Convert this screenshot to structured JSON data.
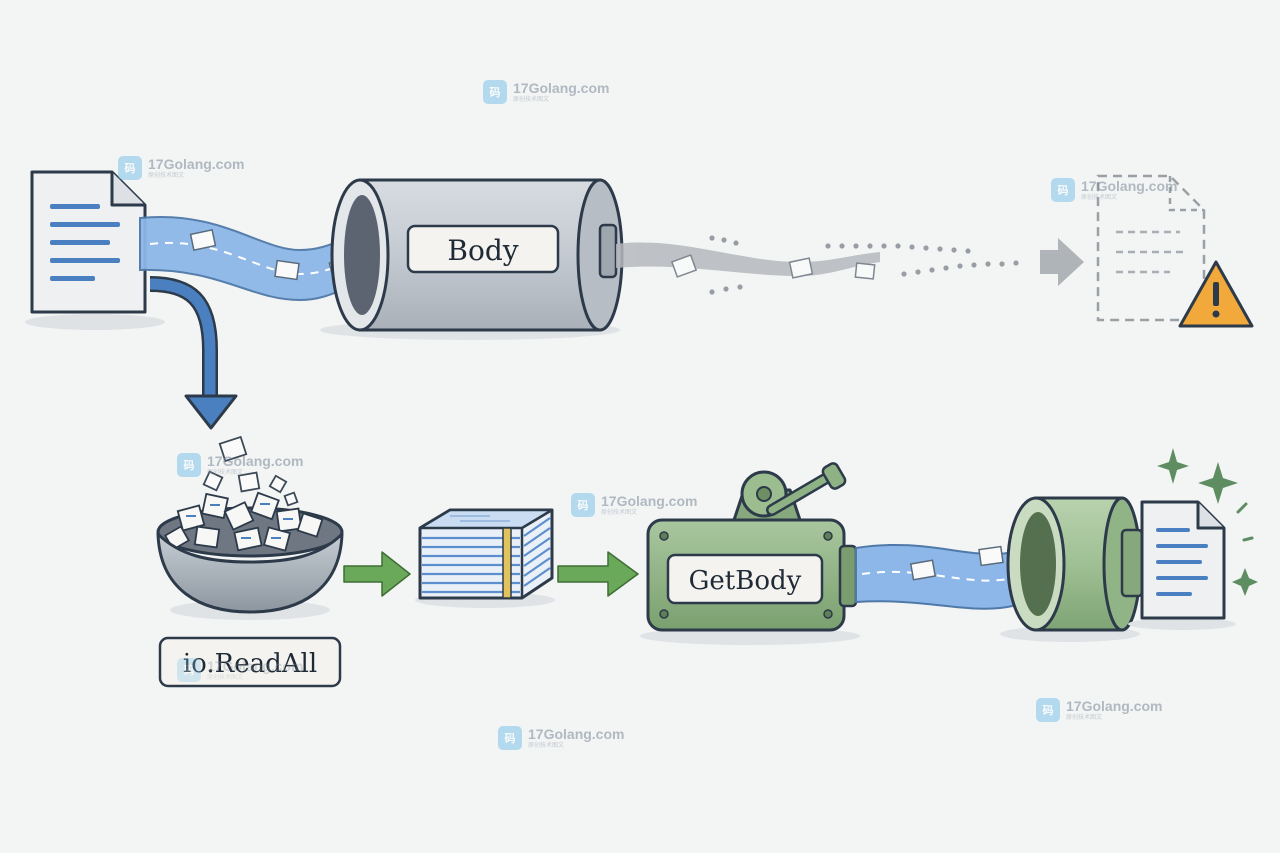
{
  "labels": {
    "body": "Body",
    "read_all": "io.ReadAll",
    "get_body": "GetBody"
  },
  "watermark": {
    "site": "17Golang.com",
    "tagline": "原创技术图文",
    "logo_text": "码"
  },
  "colors": {
    "stream_blue": "#8db7e8",
    "arrow_blue": "#3f77b6",
    "arrow_green": "#6aa85a",
    "machine_green": "#8fb58a",
    "warning_orange": "#f1a93c",
    "cylinder_grey": "#b9c0c8"
  },
  "icons": {
    "warning": "warning-triangle-icon",
    "sparkle": "sparkle-icon",
    "document": "document-icon"
  }
}
